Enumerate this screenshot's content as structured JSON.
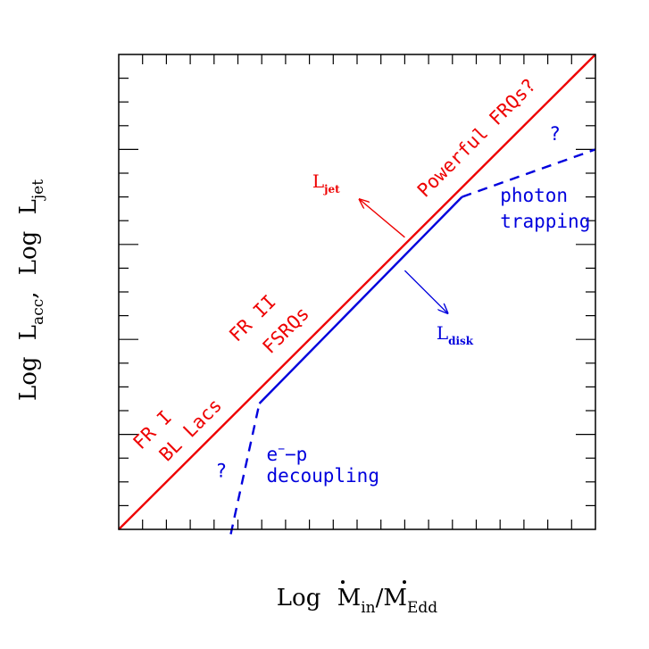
{
  "chart_data": {
    "type": "line",
    "title": "",
    "xlabel": {
      "main": "Log",
      "numerator": "M",
      "numerator_sub": "in",
      "slash": "/",
      "denominator": "M",
      "denominator_sub": "Edd"
    },
    "ylabel": {
      "log1": "Log",
      "L1": "L",
      "sub1": "acc",
      "comma": ",",
      "log2": "Log",
      "L2": "L",
      "sub2": "jet"
    },
    "xlim": [
      0,
      1
    ],
    "ylim": [
      0,
      1
    ],
    "x_minor_ticks": 20,
    "y_major_ticks": 5,
    "y_minor_per_major": 4,
    "series": [
      {
        "id": "jet",
        "style": "solid",
        "color": "#ee0000",
        "x": [
          0,
          1
        ],
        "y": [
          0,
          1
        ]
      },
      {
        "id": "disk",
        "style": "solid",
        "color": "#0000dd",
        "x": [
          0.295,
          0.72
        ],
        "y": [
          0.265,
          0.7
        ]
      },
      {
        "id": "disk-low",
        "style": "dashed",
        "color": "#0000dd",
        "x": [
          0.235,
          0.295
        ],
        "y": [
          -0.01,
          0.265
        ]
      },
      {
        "id": "disk-high",
        "style": "dashed",
        "color": "#0000dd",
        "x": [
          0.72,
          1.0
        ],
        "y": [
          0.7,
          0.8
        ]
      }
    ],
    "arrows": [
      {
        "id": "ljet",
        "color": "#ee0000",
        "x": [
          0.6,
          0.505
        ],
        "y": [
          0.615,
          0.695
        ]
      },
      {
        "id": "ldisk",
        "color": "#0000dd",
        "x": [
          0.6,
          0.69
        ],
        "y": [
          0.545,
          0.455
        ]
      }
    ],
    "annotations": [
      {
        "id": "fr1",
        "color": "#ee0000",
        "text": "FR I",
        "x": 0.08,
        "y": 0.2,
        "rotate": -45
      },
      {
        "id": "bllacs",
        "color": "#ee0000",
        "text": "BL Lacs",
        "x": 0.16,
        "y": 0.2,
        "rotate": -45
      },
      {
        "id": "fr2",
        "color": "#ee0000",
        "text": "FR II",
        "x": 0.29,
        "y": 0.435,
        "rotate": -45
      },
      {
        "id": "fsrqs",
        "color": "#ee0000",
        "text": "FSRQs",
        "x": 0.36,
        "y": 0.41,
        "rotate": -45
      },
      {
        "id": "frqs",
        "color": "#ee0000",
        "text": "Powerful FRQs?",
        "x": 0.76,
        "y": 0.815,
        "rotate": -45
      },
      {
        "id": "ljet-label",
        "color": "#ee0000",
        "text": "L",
        "sub": "jet",
        "x": 0.435,
        "y": 0.72,
        "rotate": 0
      },
      {
        "id": "ldisk-label",
        "color": "#0000dd",
        "text": "L",
        "sub": "disk",
        "x": 0.705,
        "y": 0.4,
        "rotate": 0
      },
      {
        "id": "q-low",
        "color": "#0000dd",
        "text": "?",
        "x": 0.215,
        "y": 0.11,
        "rotate": 0
      },
      {
        "id": "q-high",
        "color": "#0000dd",
        "text": "?",
        "x": 0.915,
        "y": 0.82,
        "rotate": 0
      },
      {
        "id": "photon",
        "color": "#0000dd",
        "text": "photon",
        "x": 0.8,
        "y": 0.69,
        "rotate": 0
      },
      {
        "id": "trapping",
        "color": "#0000dd",
        "text": "trapping",
        "x": 0.8,
        "y": 0.635,
        "rotate": 0
      },
      {
        "id": "decoupling",
        "color": "#0000dd",
        "text": "decoupling",
        "x": 0.31,
        "y": 0.1,
        "rotate": 0
      }
    ],
    "ep_label": {
      "e": "e",
      "sup": "−",
      "rest": "−p",
      "color": "#0000dd",
      "x": 0.31,
      "y": 0.145
    }
  }
}
